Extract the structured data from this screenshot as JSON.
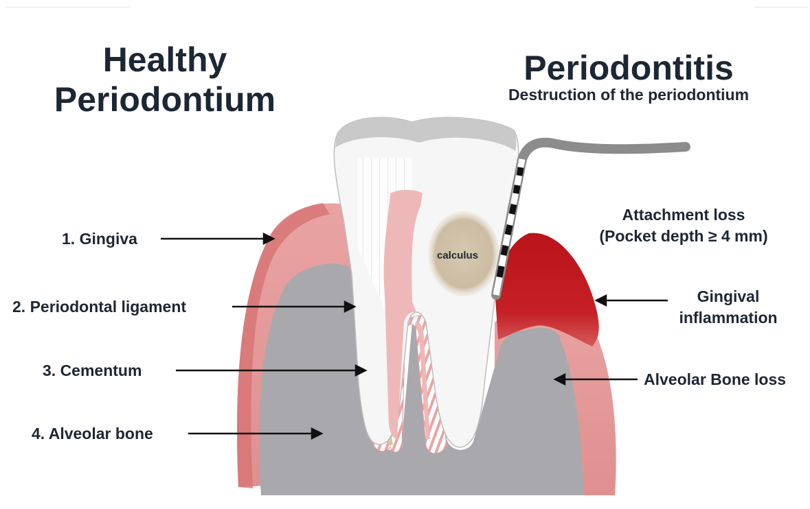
{
  "titles": {
    "healthy_line1": "Healthy",
    "healthy_line2": "Periodontium",
    "periodontitis": "Periodontitis",
    "periodontitis_subtitle": "Destruction of the periodontium"
  },
  "left_labels": [
    {
      "text": "1. Gingiva"
    },
    {
      "text": "2. Periodontal ligament"
    },
    {
      "text": "3. Cementum"
    },
    {
      "text": "4. Alveolar bone"
    }
  ],
  "right_labels": {
    "attachment_line1": "Attachment loss",
    "attachment_line2": "(Pocket depth ≥ 4 mm)",
    "inflammation_line1": "Gingival",
    "inflammation_line2": "inflammation",
    "bone_loss": "Alveolar Bone loss"
  },
  "calculus_label": "calculus",
  "colors": {
    "text": "#1d2733",
    "gum": "#e49a9a",
    "gum_edge": "#d77a7a",
    "bone": "#a8a8ac",
    "enamel": "#f2f2f2",
    "pulp": "#f0bcbc",
    "inflamed": "#c0181d",
    "calculus": "#cdbfa8",
    "probe": "#8c8c8c"
  },
  "icons": [
    "arrow-right-icon",
    "arrow-left-icon",
    "periodontal-probe-icon"
  ]
}
